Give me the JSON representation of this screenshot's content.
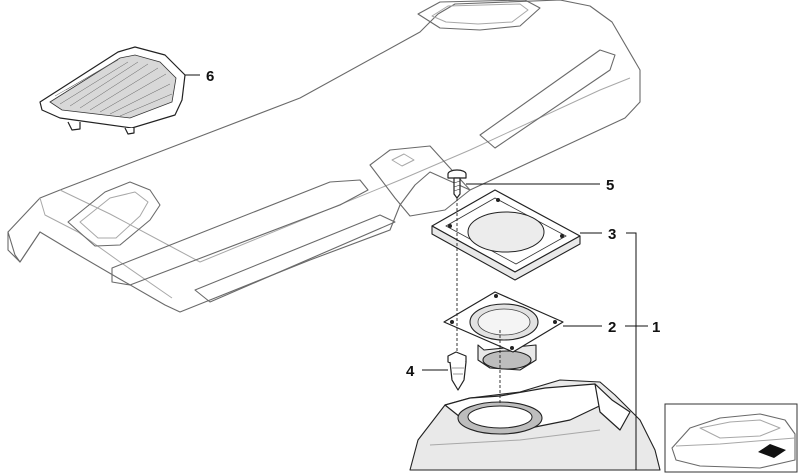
{
  "callouts": [
    {
      "number": "1",
      "part": "speaker-assembly"
    },
    {
      "number": "2",
      "part": "speaker"
    },
    {
      "number": "3",
      "part": "speaker-seal-frame"
    },
    {
      "number": "4",
      "part": "expanding-nut"
    },
    {
      "number": "5",
      "part": "screw"
    },
    {
      "number": "6",
      "part": "speaker-grille-cover"
    }
  ],
  "colors": {
    "background": "#ffffff",
    "parcel_shelf_outline": "#6a6a6a",
    "part_outline": "#222222",
    "label_text": "#111111"
  }
}
